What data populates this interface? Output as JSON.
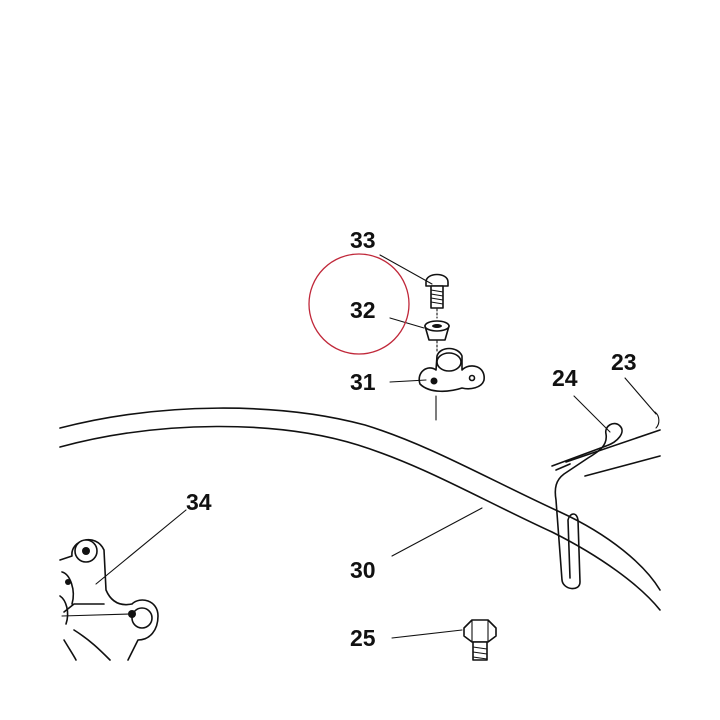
{
  "diagram": {
    "callouts": [
      {
        "id": "33",
        "text": "33"
      },
      {
        "id": "32",
        "text": "32"
      },
      {
        "id": "31",
        "text": "31"
      },
      {
        "id": "24",
        "text": "24"
      },
      {
        "id": "23",
        "text": "23"
      },
      {
        "id": "34",
        "text": "34"
      },
      {
        "id": "30",
        "text": "30"
      },
      {
        "id": "25",
        "text": "25"
      }
    ],
    "highlight": {
      "target": "32",
      "color": "#c0283a"
    },
    "line_color": "#111111",
    "background": "#ffffff"
  }
}
